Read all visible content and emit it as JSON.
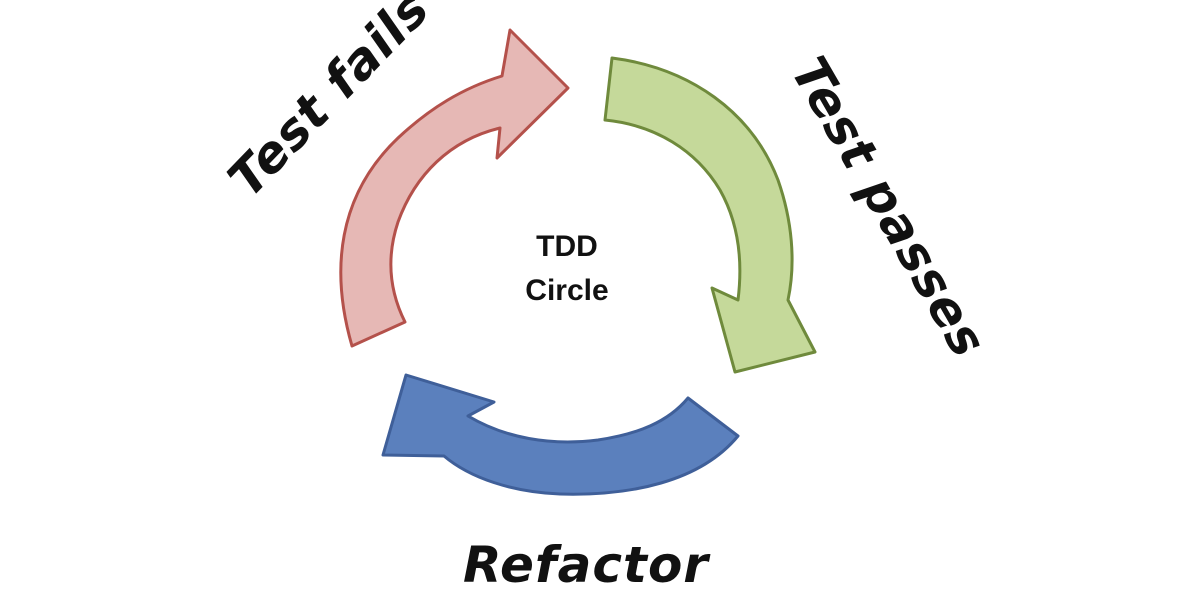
{
  "center": {
    "line1": "TDD",
    "line2": "Circle"
  },
  "steps": [
    {
      "label": "Test fails",
      "color": "#e6b8b5",
      "stroke": "#b4514b"
    },
    {
      "label": "Test passes",
      "color": "#c5d99a",
      "stroke": "#6f8a3c"
    },
    {
      "label": "Refactor",
      "color": "#5b80bd",
      "stroke": "#3f5f99"
    }
  ]
}
